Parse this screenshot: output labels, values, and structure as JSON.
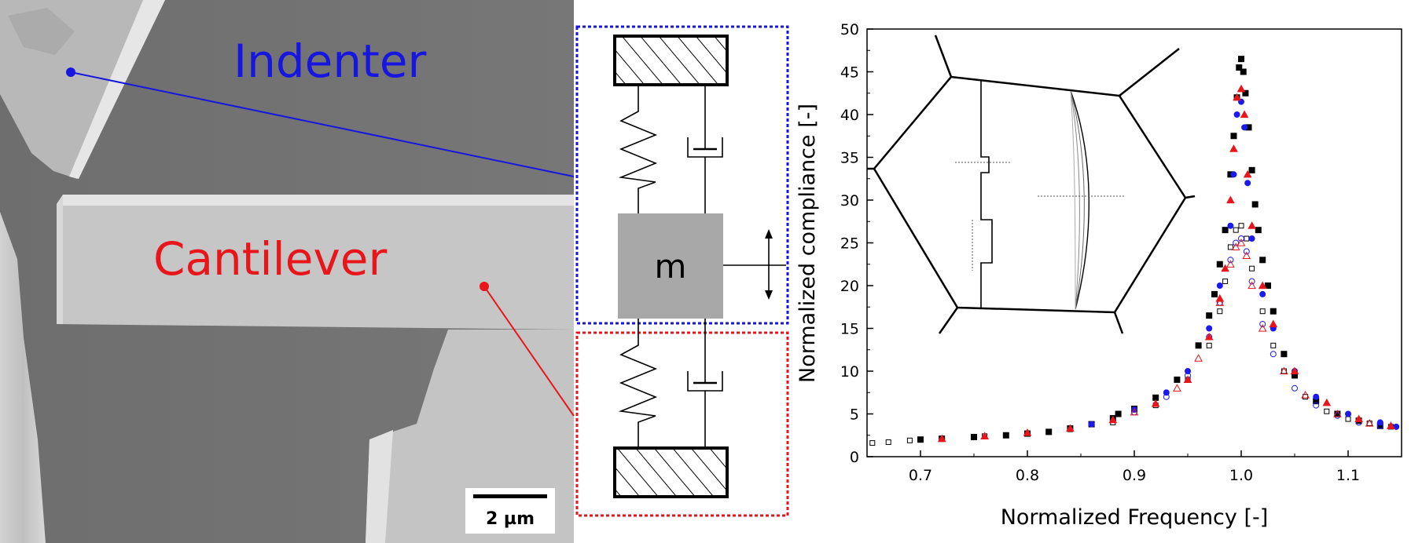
{
  "sem_image": {
    "indenter_label": "Indenter",
    "cantilever_label": "Cantilever",
    "scale_bar_label": "2 µm",
    "indenter_color": "#1616e0",
    "cantilever_color": "#e8161b"
  },
  "model_diagram": {
    "mass_label": "m",
    "upper_box_color": "#1616e0",
    "lower_box_color": "#e8161b",
    "mass_fill": "#a8a8a8"
  },
  "chart_data": {
    "type": "scatter",
    "xlabel": "Normalized Frequency [-]",
    "ylabel": "Normalized compliance [-]",
    "xlim": [
      0.65,
      1.15
    ],
    "ylim": [
      0,
      50
    ],
    "xticks": [
      0.7,
      0.8,
      0.9,
      1.0,
      1.1
    ],
    "xtick_labels": [
      "0.7",
      "0.8",
      "0.9",
      "1.0",
      "1.1"
    ],
    "yticks": [
      0,
      5,
      10,
      15,
      20,
      25,
      30,
      35,
      40,
      45,
      50
    ],
    "ytick_labels": [
      "0",
      "5",
      "10",
      "15",
      "20",
      "25",
      "30",
      "35",
      "40",
      "45",
      "50"
    ],
    "grid": false,
    "series": [
      {
        "marker": "filled-square",
        "color": "#000000",
        "x": [
          0.7,
          0.72,
          0.75,
          0.78,
          0.8,
          0.82,
          0.84,
          0.86,
          0.88,
          0.885,
          0.9,
          0.92,
          0.94,
          0.96,
          0.97,
          0.975,
          0.98,
          0.985,
          0.99,
          0.993,
          0.996,
          0.998,
          1.0,
          1.002,
          1.004,
          1.007,
          1.01,
          1.013,
          1.016,
          1.02,
          1.025,
          1.03,
          1.04,
          1.05,
          1.07,
          1.09,
          1.11,
          1.13
        ],
        "y": [
          2.0,
          2.1,
          2.3,
          2.5,
          2.7,
          2.9,
          3.3,
          3.8,
          4.5,
          5.0,
          5.6,
          6.9,
          9.0,
          13.0,
          16.5,
          19.0,
          22.5,
          26.5,
          33.0,
          37.5,
          42.0,
          45.5,
          46.5,
          45.0,
          42.5,
          38.5,
          33.5,
          29.5,
          26.5,
          23.0,
          20.0,
          17.0,
          12.0,
          9.5,
          6.5,
          5.0,
          4.2,
          3.6
        ]
      },
      {
        "marker": "open-square",
        "color": "#000000",
        "x": [
          0.655,
          0.67,
          0.69,
          0.72,
          0.76,
          0.8,
          0.84,
          0.88,
          0.92,
          0.95,
          0.97,
          0.98,
          0.985,
          0.99,
          0.995,
          1.0,
          1.005,
          1.01,
          1.02,
          1.03,
          1.04,
          1.06,
          1.08,
          1.1,
          1.12,
          1.14
        ],
        "y": [
          1.6,
          1.7,
          1.9,
          2.1,
          2.4,
          2.7,
          3.2,
          4.0,
          6.0,
          9.0,
          13.0,
          17.0,
          20.5,
          24.5,
          26.5,
          27.0,
          25.5,
          22.0,
          17.0,
          13.0,
          10.0,
          7.0,
          5.3,
          4.4,
          3.9,
          3.5
        ]
      },
      {
        "marker": "filled-circle",
        "color": "#1a1aee",
        "x": [
          0.86,
          0.9,
          0.93,
          0.95,
          0.97,
          0.98,
          0.99,
          0.993,
          0.996,
          1.0,
          1.003,
          1.006,
          1.01,
          1.02,
          1.03,
          1.05,
          1.07,
          1.1,
          1.13,
          1.145
        ],
        "y": [
          3.8,
          5.5,
          7.5,
          10.0,
          15.0,
          20.0,
          27.0,
          33.0,
          40.0,
          41.5,
          38.5,
          32.0,
          25.5,
          19.0,
          15.0,
          10.0,
          7.0,
          5.0,
          4.0,
          3.5
        ]
      },
      {
        "marker": "open-circle",
        "color": "#1a1aee",
        "x": [
          0.9,
          0.93,
          0.95,
          0.97,
          0.98,
          0.99,
          0.995,
          1.0,
          1.005,
          1.01,
          1.02,
          1.03,
          1.05,
          1.07,
          1.09,
          1.11,
          1.13
        ],
        "y": [
          5.2,
          7.0,
          9.5,
          14.0,
          18.0,
          23.0,
          25.0,
          25.5,
          24.0,
          20.5,
          15.5,
          12.0,
          8.0,
          6.0,
          4.8,
          4.0,
          3.6
        ]
      },
      {
        "marker": "filled-triangle",
        "color": "#e8161b",
        "x": [
          0.72,
          0.76,
          0.8,
          0.84,
          0.88,
          0.92,
          0.95,
          0.97,
          0.98,
          0.985,
          0.99,
          0.993,
          0.996,
          1.0,
          1.003,
          1.006,
          1.01,
          1.02,
          1.03,
          1.05,
          1.08,
          1.11,
          1.14
        ],
        "y": [
          2.1,
          2.4,
          2.8,
          3.3,
          4.3,
          6.2,
          9.0,
          14.0,
          18.5,
          22.0,
          30.0,
          36.0,
          42.0,
          43.0,
          40.0,
          33.0,
          27.0,
          20.0,
          15.5,
          10.0,
          6.3,
          4.4,
          3.6
        ]
      },
      {
        "marker": "open-triangle",
        "color": "#e8161b",
        "x": [
          0.9,
          0.94,
          0.96,
          0.98,
          0.99,
          0.995,
          1.0,
          1.005,
          1.01,
          1.02,
          1.04,
          1.06,
          1.09,
          1.12
        ],
        "y": [
          5.2,
          8.0,
          11.5,
          18.0,
          22.5,
          24.5,
          25.0,
          23.5,
          20.0,
          15.0,
          10.0,
          7.2,
          5.0,
          3.9
        ]
      }
    ]
  }
}
